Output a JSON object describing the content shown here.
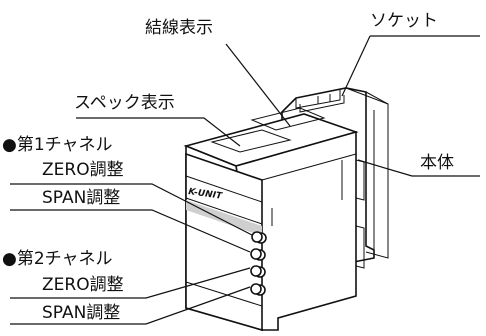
{
  "diagram": {
    "labels": {
      "wiring_display": "結線表示",
      "socket": "ソケット",
      "spec_display": "スペック表示",
      "body": "本体",
      "ch1_title": "●第1チャネル",
      "ch1_zero": "ZERO調整",
      "ch1_span": "SPAN調整",
      "ch2_title": "●第2チャネル",
      "ch2_zero": "ZERO調整",
      "ch2_span": "SPAN調整"
    },
    "brand_logo_text": "K-UNIT"
  }
}
